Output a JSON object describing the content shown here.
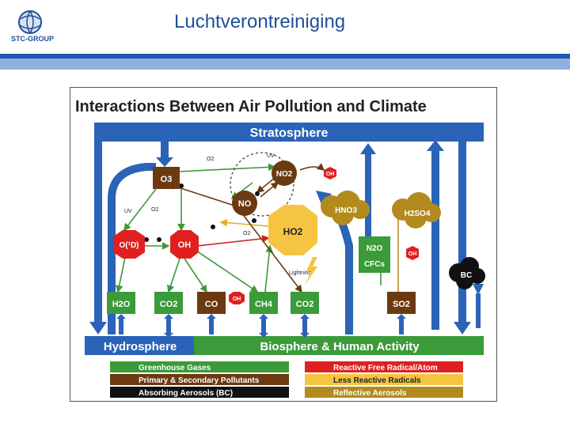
{
  "header": {
    "logo_text": "STC-GROUP",
    "title": "Luchtverontreiniging"
  },
  "diagram": {
    "title": "Interactions Between Air Pollution and Climate",
    "stratosphere": "Stratosphere",
    "hydrosphere": "Hydrosphere",
    "biosphere": "Biosphere & Human Activity",
    "nodes": {
      "o3": "O3",
      "no2": "NO2",
      "oh_top": "OH",
      "no": "NO",
      "ho2": "HO2",
      "o1d": "O(¹D)",
      "oh_mid": "OH",
      "hno3": "HNO3",
      "h2so4": "H2SO4",
      "n2o": "N2O",
      "cfcs": "CFCs",
      "oh_right": "OH",
      "bc": "BC",
      "h2o": "H2O",
      "co2_a": "CO2",
      "co": "CO",
      "oh_small": "OH",
      "ch4": "CH4",
      "co2_b": "CO2",
      "so2": "SO2"
    },
    "arrow_labels": {
      "o2_top": "O2",
      "uv_top": "UV",
      "uv_left": "UV",
      "o2_left": "O2",
      "o2_mid": "O2",
      "lightning": "Lightning"
    },
    "legend": {
      "greenhouse": "Greenhouse Gases",
      "primary": "Primary & Secondary Pollutants",
      "absorbing": "Absorbing Aerosols (BC)",
      "reactive": "Reactive Free Radical/Atom",
      "less_reactive": "Less Reactive Radicals",
      "reflective": "Reflective Aerosols"
    },
    "colors": {
      "blue": "#2a63b8",
      "green": "#3b9a3a",
      "brown": "#6b3a10",
      "red": "#e02020",
      "yellow": "#f5c542",
      "olive": "#b28a1e",
      "black": "#111111"
    }
  }
}
